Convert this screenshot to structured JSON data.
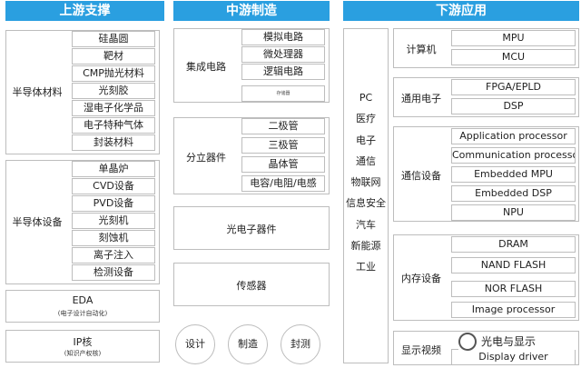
{
  "columns": {
    "upstream": {
      "title": "上游支撑",
      "groups": [
        {
          "label": "半导体材料",
          "items": [
            "硅晶圆",
            "靶材",
            "CMP抛光材料",
            "光刻胶",
            "湿电子化学品",
            "电子特种气体",
            "封装材料"
          ]
        },
        {
          "label": "半导体设备",
          "items": [
            "单晶炉",
            "CVD设备",
            "PVD设备",
            "光刻机",
            "刻蚀机",
            "离子注入",
            "检测设备"
          ]
        }
      ],
      "eda": {
        "label": "EDA",
        "sub": "(电子设计自动化)"
      },
      "ip": {
        "label": "IP核",
        "sub": "(知识产权核)"
      }
    },
    "midstream": {
      "title": "中游制造",
      "groups": [
        {
          "label": "集成电路",
          "items": [
            "模拟电路",
            "微处理器",
            "逻辑电路",
            "存储器"
          ]
        },
        {
          "label": "分立器件",
          "items": [
            "二极管",
            "三极管",
            "晶体管",
            "电容/电阻/电感"
          ]
        }
      ],
      "optoelectronics": "光电子器件",
      "sensors": "传感器",
      "process": [
        "设计",
        "制造",
        "封测"
      ]
    },
    "downstream": {
      "title": "下游应用",
      "applications": [
        "PC",
        "医疗",
        "电子",
        "通信",
        "物联网",
        "信息安全",
        "汽车",
        "新能源",
        "工业"
      ],
      "groups": [
        {
          "label": "计算机",
          "items": [
            "MPU",
            "MCU"
          ]
        },
        {
          "label": "通用电子",
          "items": [
            "FPGA/EPLD",
            "DSP"
          ]
        },
        {
          "label": "通信设备",
          "items": [
            "Application processor",
            "Communication processor",
            "Embedded MPU",
            "Embedded DSP",
            "NPU"
          ]
        },
        {
          "label": "内存设备",
          "items": [
            "DRAM",
            "NAND FLASH",
            "NOR FLASH",
            "Image  processor"
          ]
        },
        {
          "label": "显示视频",
          "items": [
            "Display driver"
          ]
        }
      ]
    }
  },
  "watermark": "光电与显示",
  "colors": {
    "header": "#2a9fe0",
    "border": "#bdbdbd"
  },
  "icons": {
    "watermark": "wechat-logo-icon"
  }
}
